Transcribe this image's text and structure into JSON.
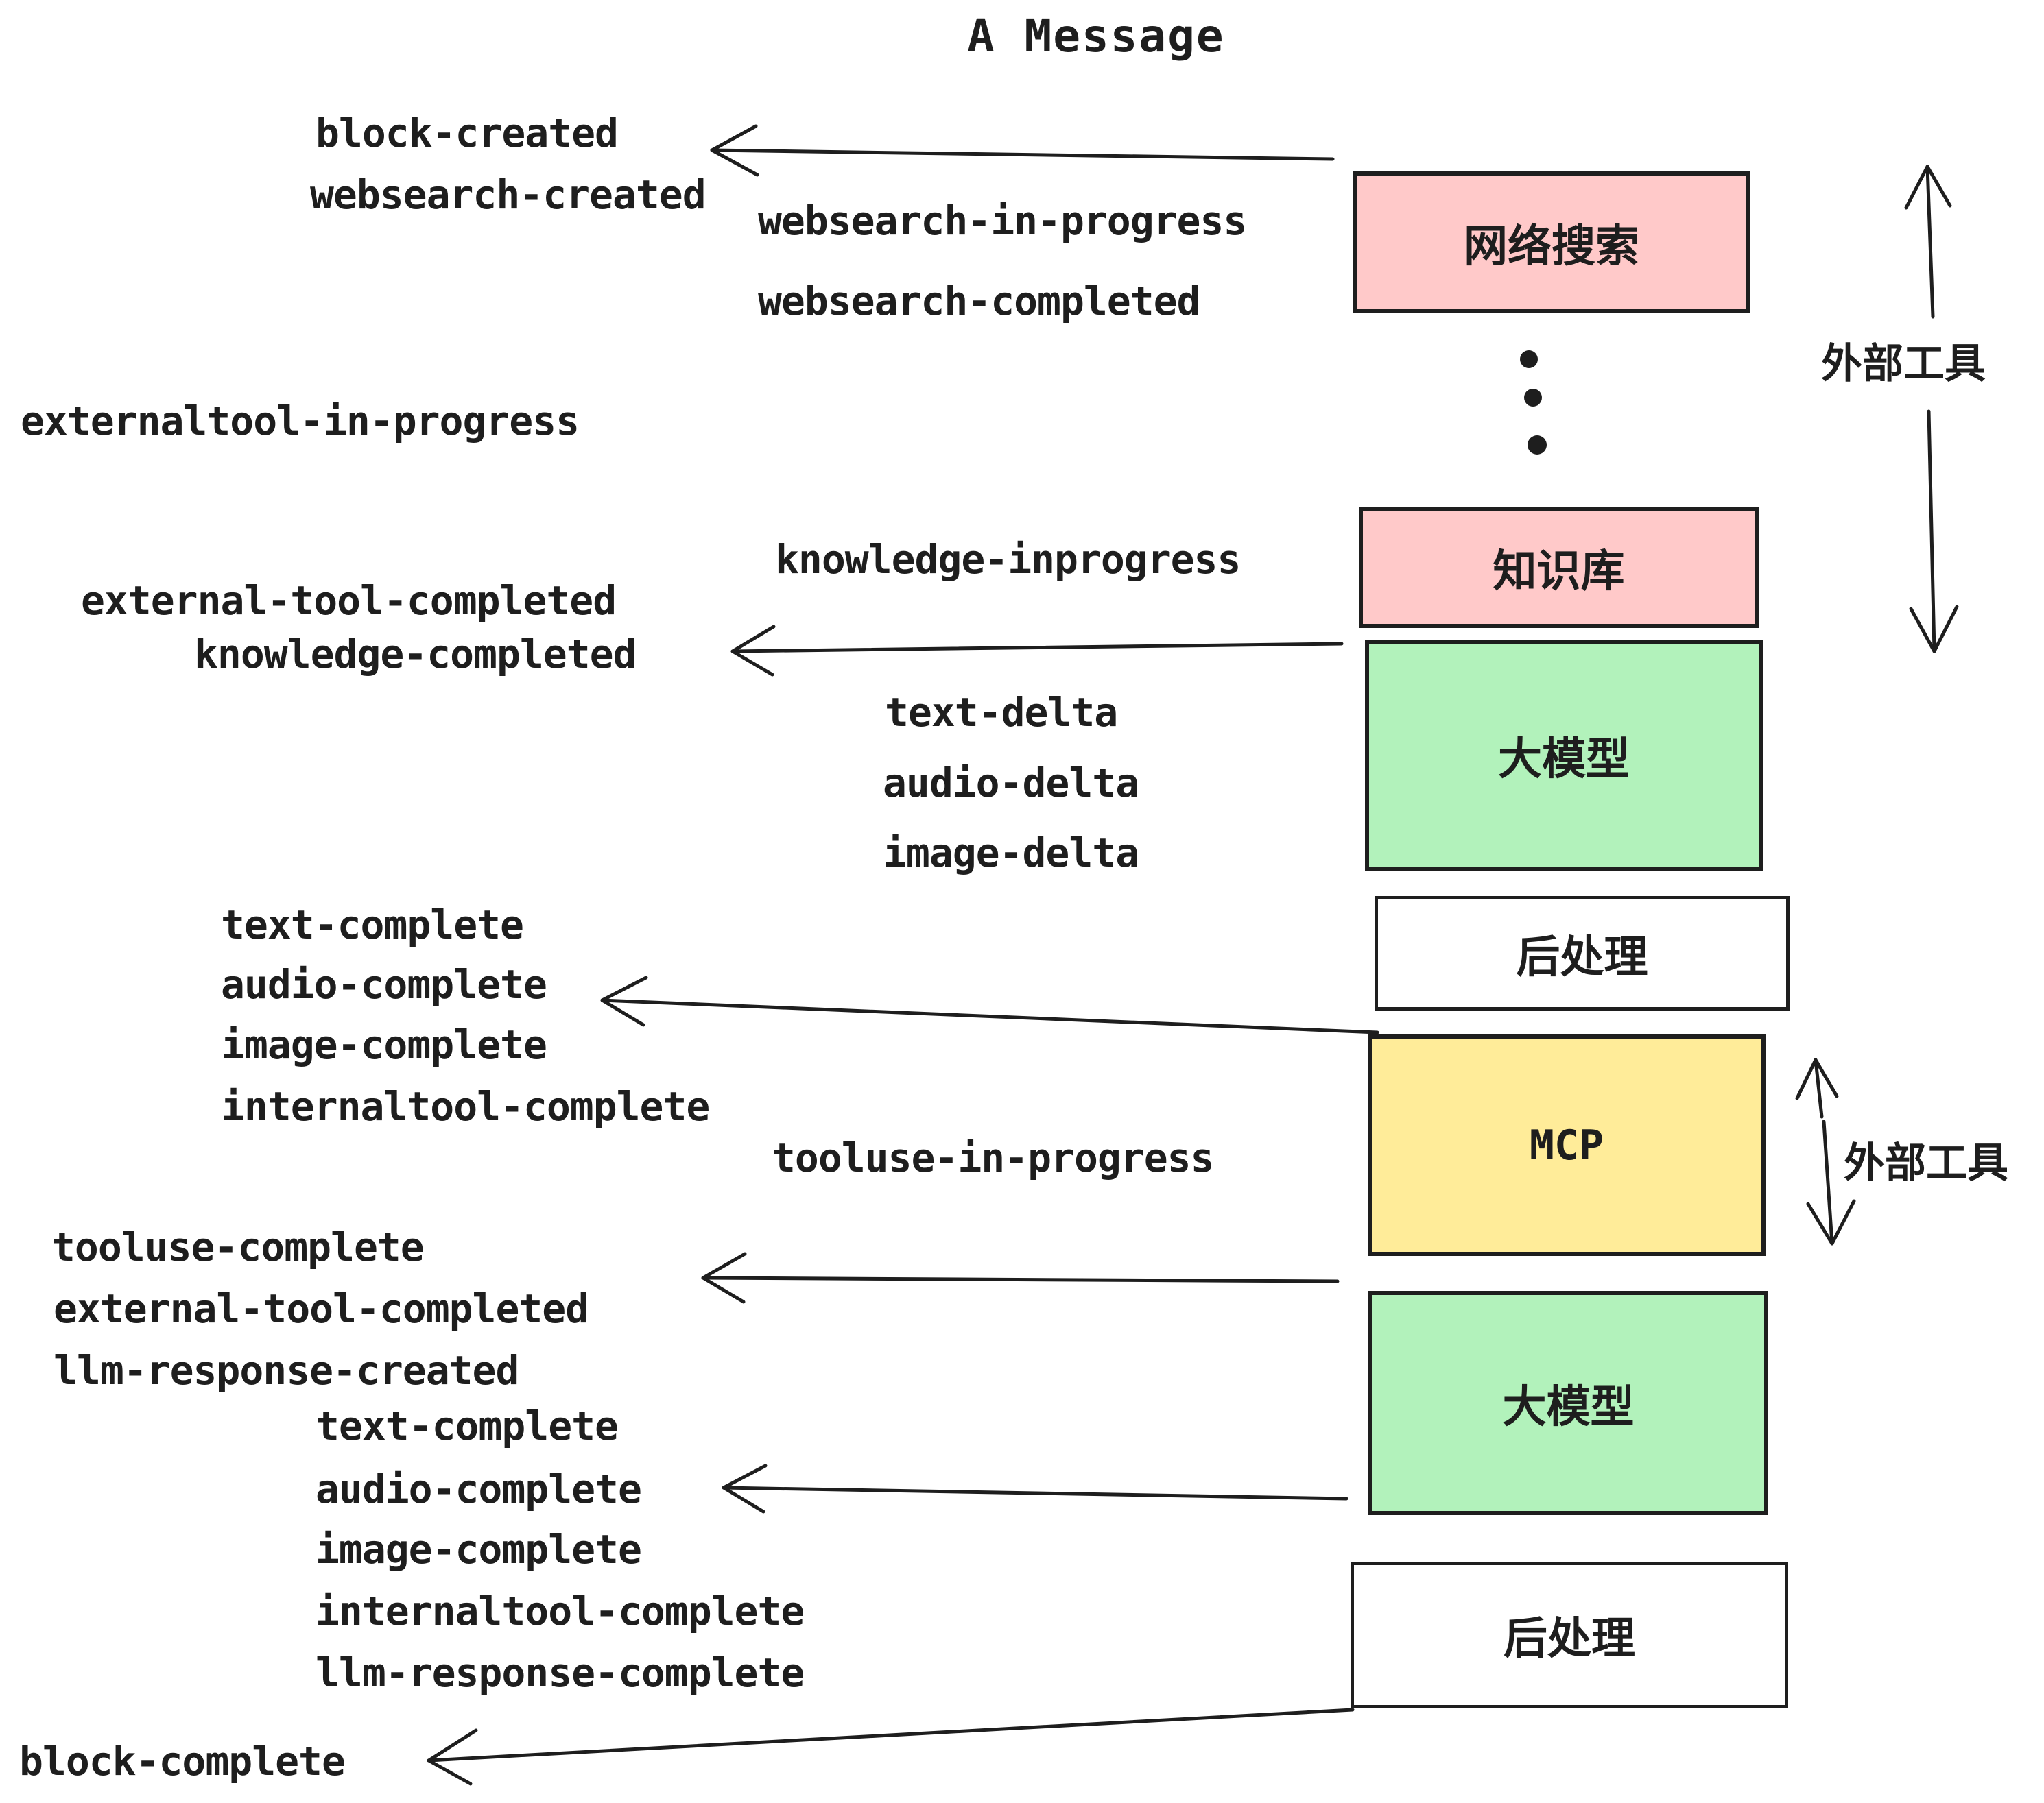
{
  "title": "A Message",
  "colors": {
    "box_pink": "#ffc9c9",
    "box_green": "#b2f2bb",
    "box_yellow": "#ffec99",
    "box_white": "#ffffff",
    "stroke": "#1e1e1e"
  },
  "boxes": [
    {
      "label": "网络搜索",
      "fill": "#ffc9c9"
    },
    {
      "label": "知识库",
      "fill": "#ffc9c9"
    },
    {
      "label": "大模型",
      "fill": "#b2f2bb"
    },
    {
      "label": "后处理",
      "fill": "#ffffff"
    },
    {
      "label": "MCP",
      "fill": "#ffec99"
    },
    {
      "label": "大模型",
      "fill": "#b2f2bb"
    },
    {
      "label": "后处理",
      "fill": "#ffffff"
    }
  ],
  "side_labels": {
    "external_tools_top": "外部工具",
    "external_tools_bottom": "外部工具"
  },
  "events": {
    "block_created": "block-created",
    "websearch_created": "websearch-created",
    "websearch_in_progress": "websearch-in-progress",
    "websearch_completed": "websearch-completed",
    "externaltool_in_progress": "externaltool-in-progress",
    "knowledge_inprogress": "knowledge-inprogress",
    "external_tool_completed_1": "external-tool-completed",
    "knowledge_completed": "knowledge-completed",
    "text_delta_1": "text-delta",
    "audio_delta_1": "audio-delta",
    "image_delta_1": "image-delta",
    "text_complete_1": "text-complete",
    "audio_complete_1": "audio-complete",
    "image_complete_1": "image-complete",
    "internaltool_complete_1": "internaltool-complete",
    "tooluse_in_progress": "tooluse-in-progress",
    "tooluse_complete": "tooluse-complete",
    "external_tool_completed_2": "external-tool-completed",
    "llm_response_created": "llm-response-created",
    "text_complete_2": "text-complete",
    "audio_complete_2": "audio-complete",
    "image_complete_2": "image-complete",
    "internaltool_complete_2": "internaltool-complete",
    "llm_response_complete": "llm-response-complete",
    "block_complete": "block-complete"
  }
}
